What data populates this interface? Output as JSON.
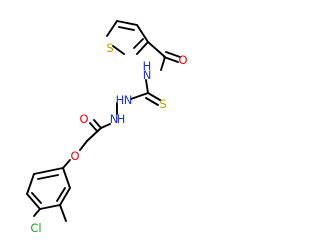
{
  "molecule": {
    "atom_labels": {
      "S_ring": "S",
      "O_carbonyl_top": "O",
      "NH_top": "H",
      "N_top": "N",
      "S_thio": "S",
      "N1_hydrazine": "N",
      "H1_hydrazine": "H",
      "N2_hydrazine": "N",
      "H2_hydrazine": "H",
      "O_carbonyl_mid": "O",
      "O_ether": "O",
      "Cl": "Cl"
    },
    "colors": {
      "bond": "#000000",
      "sulfur": "#b8a000",
      "oxygen": "#e8000b",
      "nitrogen": "#2233cc",
      "chlorine": "#1aa31a"
    }
  }
}
